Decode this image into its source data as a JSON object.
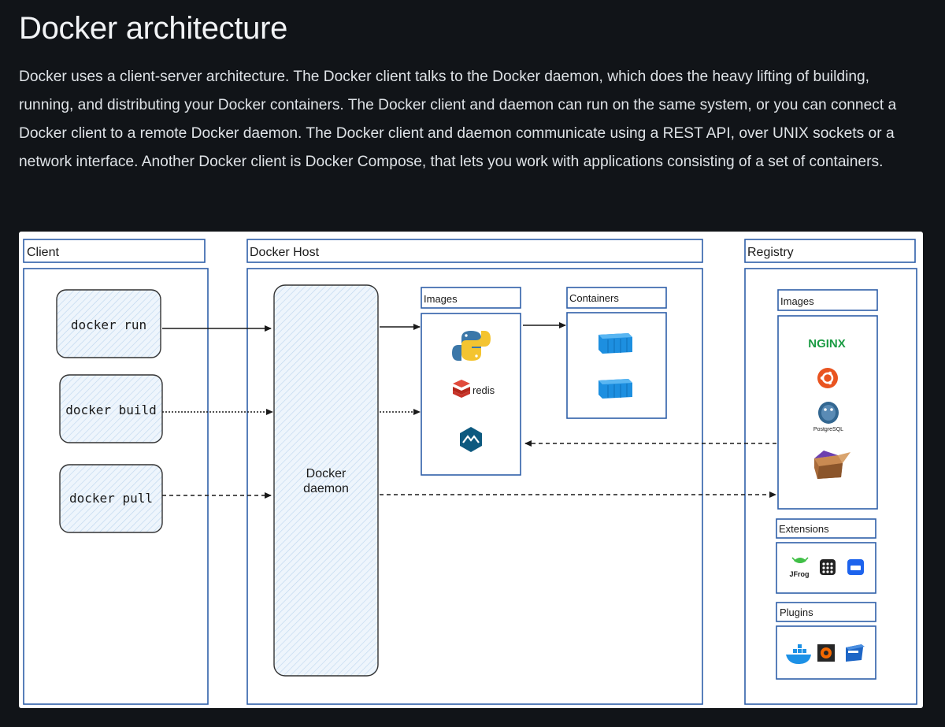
{
  "page": {
    "title": "Docker architecture",
    "intro": "Docker uses a client-server architecture. The Docker client talks to the Docker daemon, which does the heavy lifting of building, running, and distributing your Docker containers. The Docker client and daemon can run on the same system, or you can connect a Docker client to a remote Docker daemon. The Docker client and daemon communicate using a REST API, over UNIX sockets or a network interface. Another Docker client is Docker Compose, that lets you work with applications consisting of a set of containers."
  },
  "diagram": {
    "client": {
      "header": "Client",
      "commands": [
        "docker run",
        "docker build",
        "docker pull"
      ]
    },
    "host": {
      "header": "Docker Host",
      "daemon_line1": "Docker",
      "daemon_line2": "daemon",
      "images_header": "Images",
      "containers_header": "Containers",
      "image_icons": [
        "python-logo-icon",
        "redis-logo-icon",
        "alpine-logo-icon"
      ],
      "redis_label": "redis"
    },
    "registry": {
      "header": "Registry",
      "images_header": "Images",
      "extensions_header": "Extensions",
      "plugins_header": "Plugins",
      "nginx_label": "NGINX",
      "postgres_label": "PostgreSQL",
      "jfrog_label": "JFrog"
    },
    "colors": {
      "box_stroke": "#2f5fa8",
      "hatch_fill": "#e3eef9",
      "container_blue": "#1d8fe0"
    }
  }
}
